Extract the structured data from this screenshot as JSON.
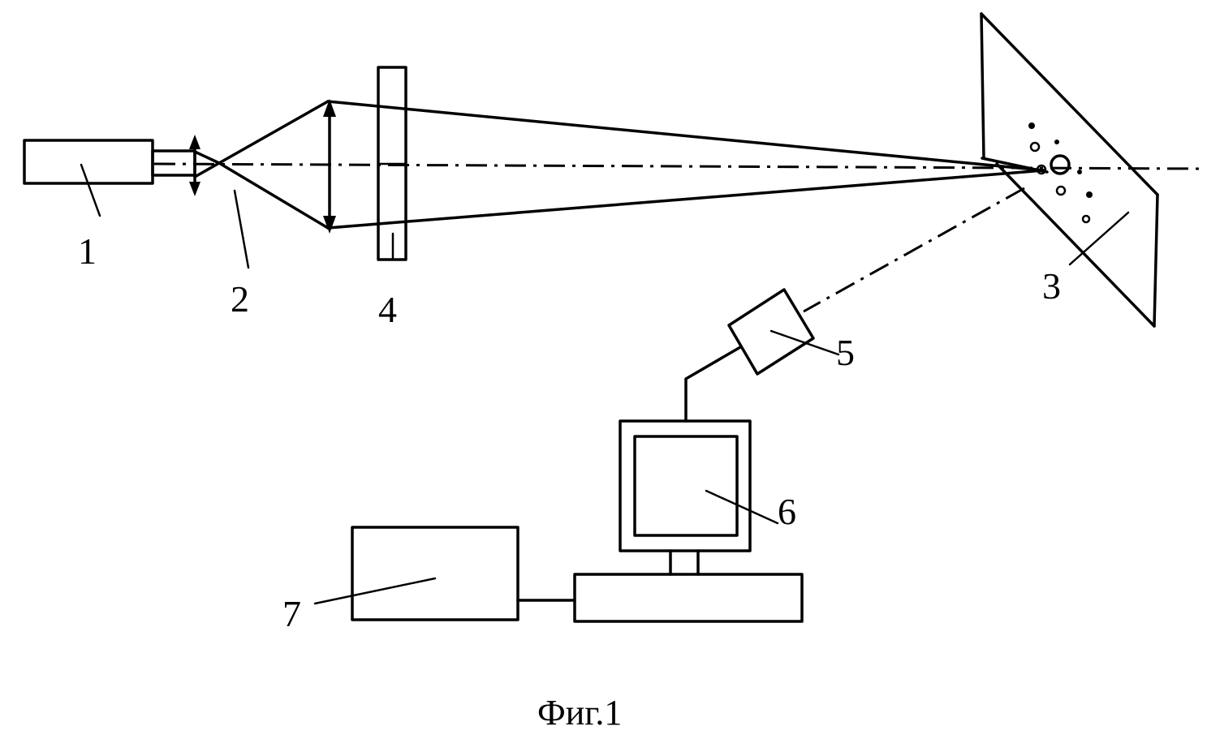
{
  "figure": {
    "caption": "Фиг.1",
    "labels": {
      "laser": "1",
      "lens": "2",
      "screen": "3",
      "filter": "4",
      "camera": "5",
      "monitor": "6",
      "block": "7"
    }
  },
  "colors": {
    "ink": "#000000",
    "paper": "#ffffff"
  }
}
